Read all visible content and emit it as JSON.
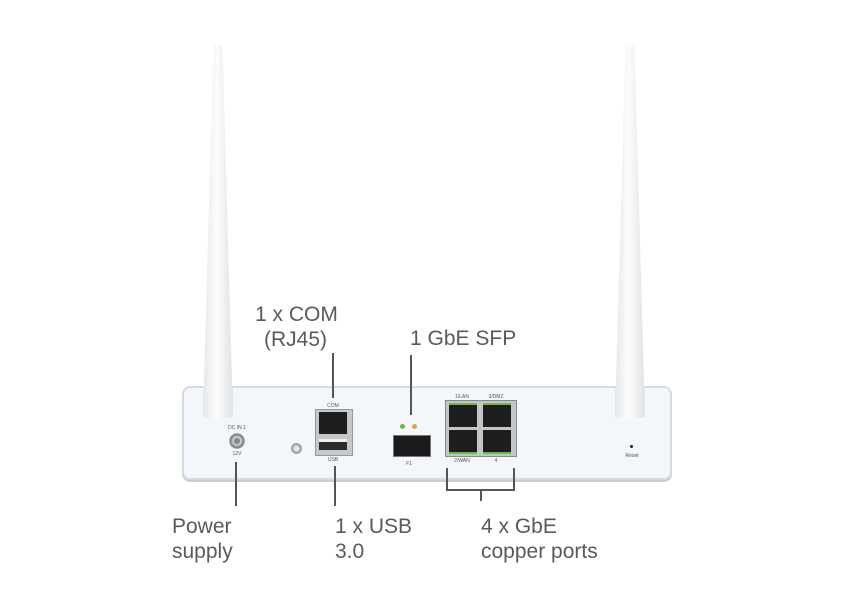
{
  "callouts": {
    "com": [
      "1 x COM",
      "(RJ45)"
    ],
    "sfp": "1 GbE SFP",
    "power": [
      "Power",
      "supply"
    ],
    "usb": [
      "1 x USB",
      "3.0"
    ],
    "copper": [
      "4 x GbE",
      "copper ports"
    ]
  },
  "device_labels": {
    "dc_in": "DC IN 1",
    "voltage": "12V",
    "com": "COM",
    "usb": "USB",
    "sfp": "F1",
    "port1": "1/LAN",
    "port3": "3/DMZ",
    "port2": "2/WAN",
    "port4": "4",
    "reset": "Reset"
  },
  "colors": {
    "led_green": "#6dbb3a",
    "led_orange": "#e8a23a",
    "text": "#5a5a5a"
  }
}
